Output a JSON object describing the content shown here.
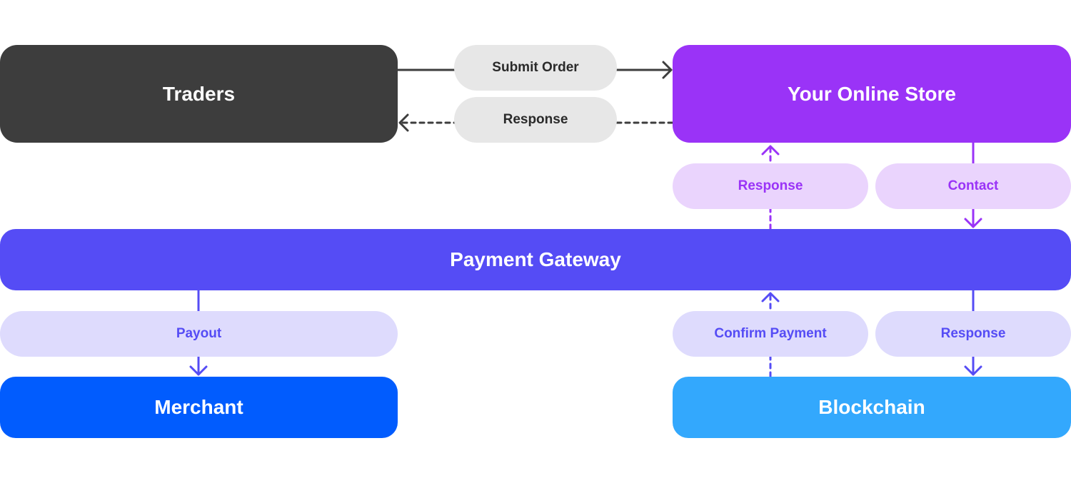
{
  "nodes": {
    "traders": "Traders",
    "online_store": "Your Online Store",
    "payment_gateway": "Payment Gateway",
    "merchant": "Merchant",
    "blockchain": "Blockchain"
  },
  "edges": {
    "submit_order": "Submit Order",
    "response_to_traders": "Response",
    "response_to_store": "Response",
    "contact": "Contact",
    "payout": "Payout",
    "confirm_payment": "Confirm Payment",
    "response_to_blockchain": "Response"
  },
  "colors": {
    "traders": "#3d3d3d",
    "online_store": "#9a33f7",
    "payment_gateway": "#554cf5",
    "merchant": "#015cfe",
    "blockchain": "#33a8fd",
    "gray_pill": "#e7e7e7",
    "lilac_pill": "#ead4fd",
    "periwinkle_pill": "#dedbfd"
  }
}
